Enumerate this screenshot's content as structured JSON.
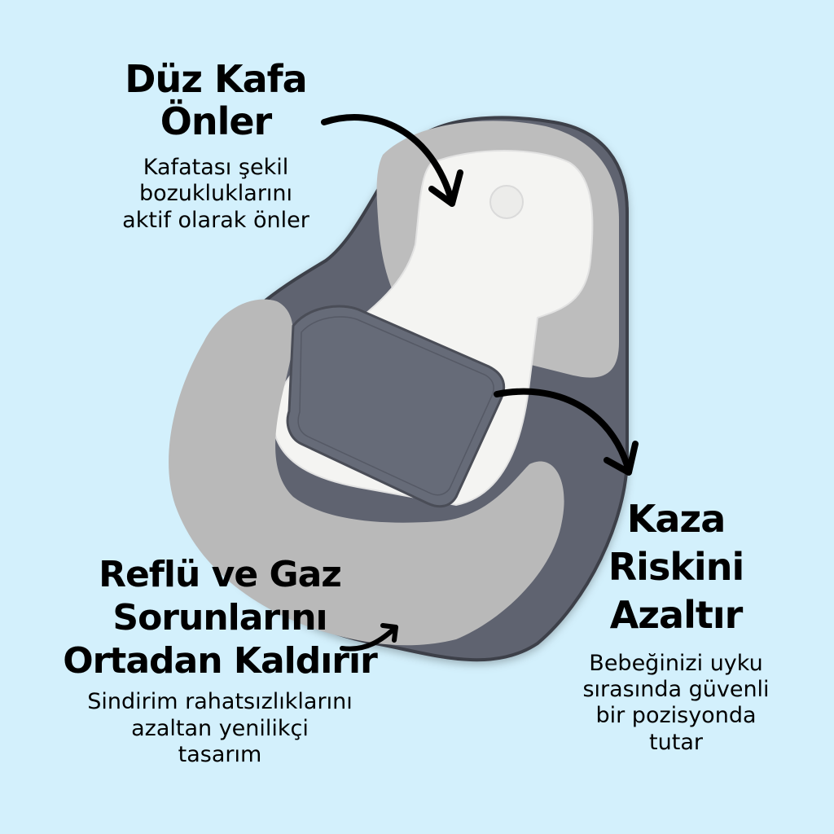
{
  "background_color": "#D3F0FC",
  "product": {
    "name": "baby-sleep-positioner-pillow",
    "colors": {
      "light_gray": "#B8B8B8",
      "dark_gray": "#5F6370",
      "white_mesh": "#F4F4F2",
      "outline": "#3E4049"
    }
  },
  "features": [
    {
      "title_lines": [
        "Düz Kafa",
        "Önler"
      ],
      "desc_lines": [
        "Kafatası şekil",
        "bozukluklarını",
        "aktif olarak önler"
      ]
    },
    {
      "title_lines": [
        "Reflü ve Gaz",
        "Sorunlarını",
        "Ortadan Kaldırır"
      ],
      "desc_lines": [
        "Sindirim rahatsızlıklarını",
        "azaltan yenilikçi",
        "tasarım"
      ]
    },
    {
      "title_lines": [
        "Kaza",
        "Riskini",
        "Azaltır"
      ],
      "desc_lines": [
        "Bebeğinizi uyku",
        "sırasında güvenli",
        "bir pozisyonda",
        "tutar"
      ]
    }
  ],
  "arrows": [
    {
      "name": "arrow-to-head-area",
      "color": "#000000"
    },
    {
      "name": "arrow-to-side-bolster",
      "color": "#000000"
    },
    {
      "name": "arrow-from-strap",
      "color": "#000000"
    }
  ]
}
